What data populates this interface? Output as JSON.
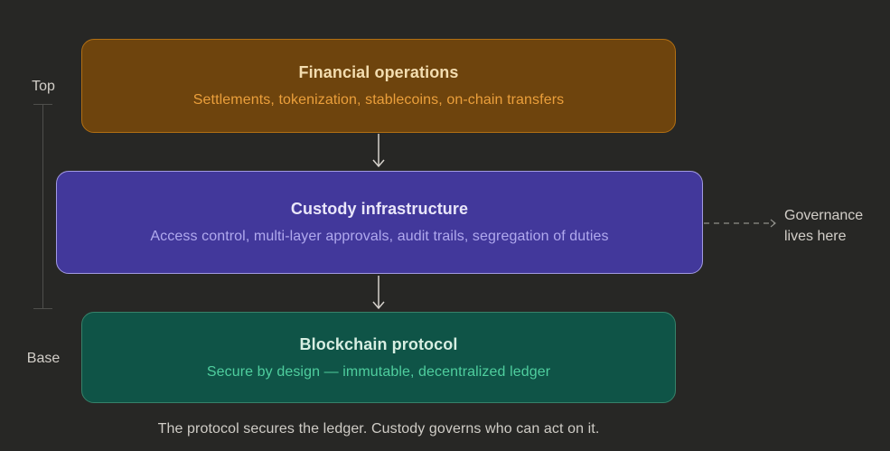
{
  "background": "#272725",
  "axis": {
    "top_label": "Top",
    "base_label": "Base"
  },
  "layers": [
    {
      "id": "financial-operations",
      "title": "Financial operations",
      "subtitle": "Settlements, tokenization, stablecoins, on-chain transfers",
      "colors": {
        "fill": "#6e440d",
        "border": "#b26f13",
        "title": "#f3ddb0",
        "subtitle": "#eb9f3b"
      }
    },
    {
      "id": "custody-infrastructure",
      "title": "Custody infrastructure",
      "subtitle": "Access control, multi-layer approvals, audit trails, segregation of duties",
      "colors": {
        "fill": "#42389b",
        "border": "#a29ae3",
        "title": "#e9e6f9",
        "subtitle": "#b0a9ee"
      }
    },
    {
      "id": "blockchain-protocol",
      "title": "Blockchain protocol",
      "subtitle": "Secure by design — immutable, decentralized ledger",
      "colors": {
        "fill": "#0f5447",
        "border": "#36826a",
        "title": "#d7eee2",
        "subtitle": "#4fce9e"
      }
    }
  ],
  "callout": {
    "text": "Governance lives here"
  },
  "caption": "The protocol secures the ledger. Custody governs who can act on it.",
  "colors": {
    "connector": "#d6d2cc",
    "dashed_connector": "#8e8e89",
    "axis_line": "#4f4f4c",
    "label_text": "#d2cec8"
  }
}
